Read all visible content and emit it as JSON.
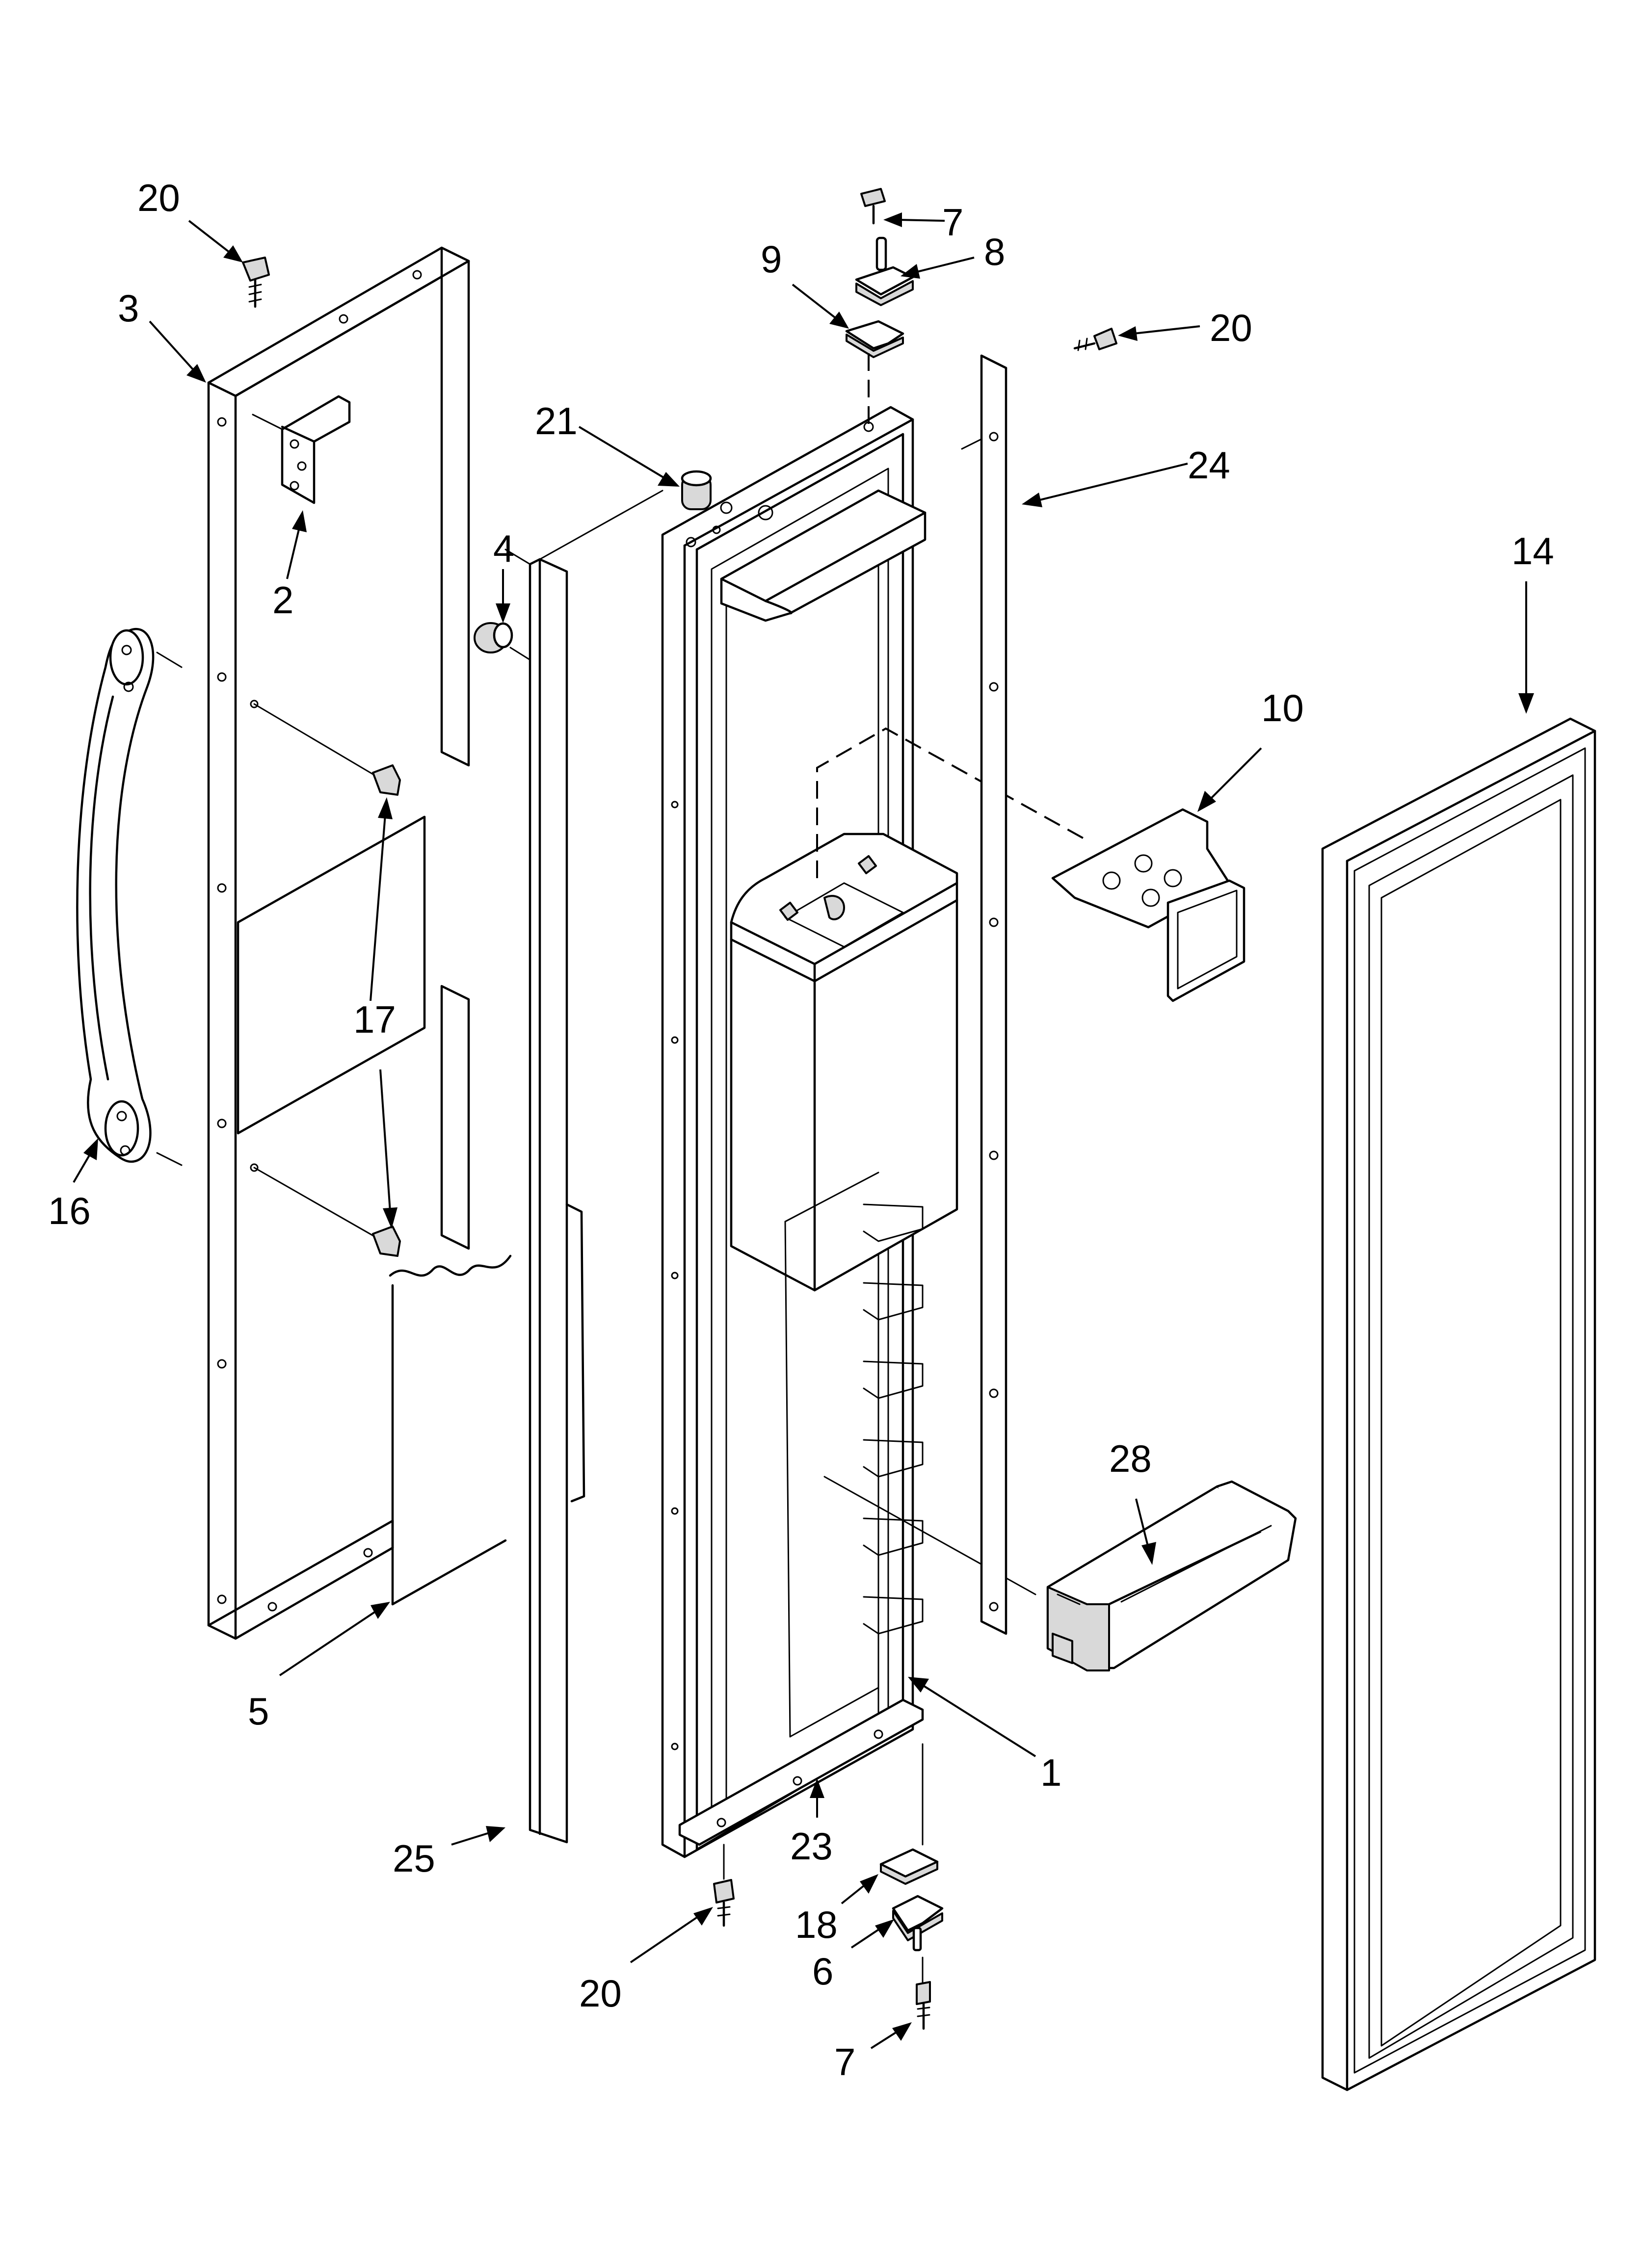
{
  "callouts": [
    {
      "id": "c-20-top-left",
      "text": "20"
    },
    {
      "id": "c-3",
      "text": "3"
    },
    {
      "id": "c-2",
      "text": "2"
    },
    {
      "id": "c-4",
      "text": "4"
    },
    {
      "id": "c-16",
      "text": "16"
    },
    {
      "id": "c-17",
      "text": "17"
    },
    {
      "id": "c-5",
      "text": "5"
    },
    {
      "id": "c-25",
      "text": "25"
    },
    {
      "id": "c-21",
      "text": "21"
    },
    {
      "id": "c-9",
      "text": "9"
    },
    {
      "id": "c-7-top",
      "text": "7"
    },
    {
      "id": "c-8",
      "text": "8"
    },
    {
      "id": "c-20-top-right",
      "text": "20"
    },
    {
      "id": "c-24",
      "text": "24"
    },
    {
      "id": "c-14",
      "text": "14"
    },
    {
      "id": "c-10",
      "text": "10"
    },
    {
      "id": "c-28",
      "text": "28"
    },
    {
      "id": "c-1",
      "text": "1"
    },
    {
      "id": "c-23",
      "text": "23"
    },
    {
      "id": "c-18",
      "text": "18"
    },
    {
      "id": "c-6",
      "text": "6"
    },
    {
      "id": "c-20-bottom",
      "text": "20"
    },
    {
      "id": "c-7-bottom",
      "text": "7"
    }
  ]
}
